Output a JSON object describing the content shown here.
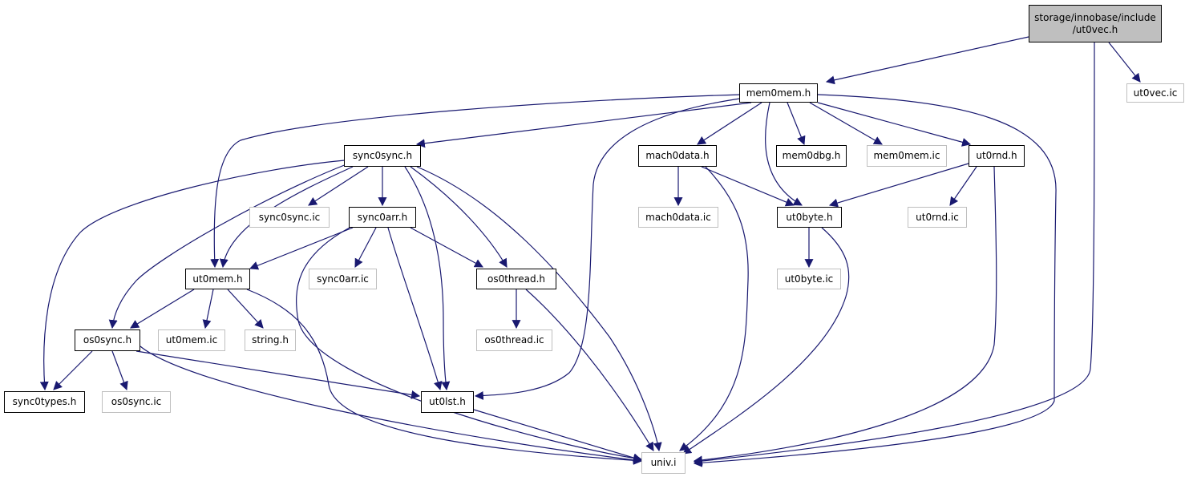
{
  "colors": {
    "edge": "#191970",
    "node_border": "#000000",
    "faint_border": "#bfbfbf",
    "root_fill": "#bfbfbf",
    "background": "#ffffff"
  },
  "nodes": {
    "root": {
      "line1": "storage/innobase/include",
      "line2": "/ut0vec.h"
    },
    "mem0mem_h": "mem0mem.h",
    "ut0vec_ic": "ut0vec.ic",
    "sync0sync_h": "sync0sync.h",
    "mach0data_h": "mach0data.h",
    "mem0dbg_h": "mem0dbg.h",
    "mem0mem_ic": "mem0mem.ic",
    "ut0rnd_h": "ut0rnd.h",
    "sync0sync_ic": "sync0sync.ic",
    "sync0arr_h": "sync0arr.h",
    "mach0data_ic": "mach0data.ic",
    "ut0byte_h": "ut0byte.h",
    "ut0rnd_ic": "ut0rnd.ic",
    "ut0mem_h": "ut0mem.h",
    "sync0arr_ic": "sync0arr.ic",
    "os0thread_h": "os0thread.h",
    "ut0byte_ic": "ut0byte.ic",
    "os0sync_h": "os0sync.h",
    "ut0mem_ic": "ut0mem.ic",
    "string_h": "string.h",
    "os0thread_ic": "os0thread.ic",
    "sync0types_h": "sync0types.h",
    "os0sync_ic": "os0sync.ic",
    "ut0lst_h": "ut0lst.h",
    "univ_i": "univ.i"
  }
}
